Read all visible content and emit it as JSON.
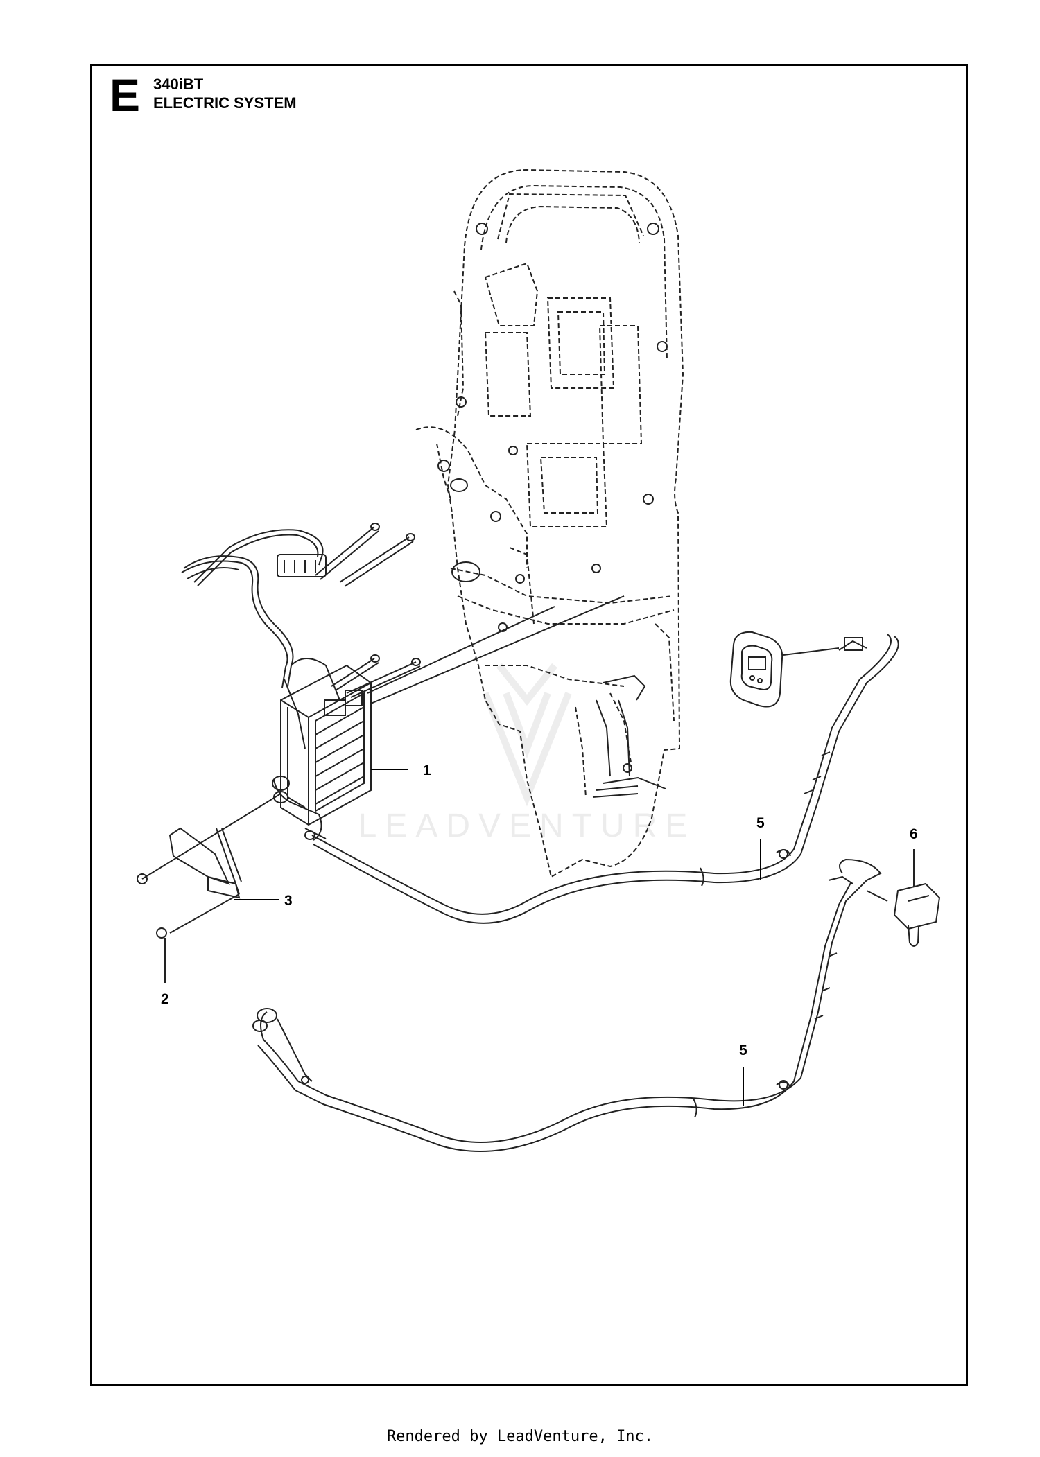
{
  "header": {
    "section_letter": "E",
    "model": "340iBT",
    "system_title": "ELECTRIC SYSTEM"
  },
  "watermark": "LEADVENTURE",
  "callouts": [
    {
      "id": "c1",
      "label": "1"
    },
    {
      "id": "c2",
      "label": "2"
    },
    {
      "id": "c3",
      "label": "3"
    },
    {
      "id": "c5a",
      "label": "5"
    },
    {
      "id": "c5b",
      "label": "5"
    },
    {
      "id": "c6",
      "label": "6"
    }
  ],
  "footer": "Rendered by LeadVenture, Inc."
}
